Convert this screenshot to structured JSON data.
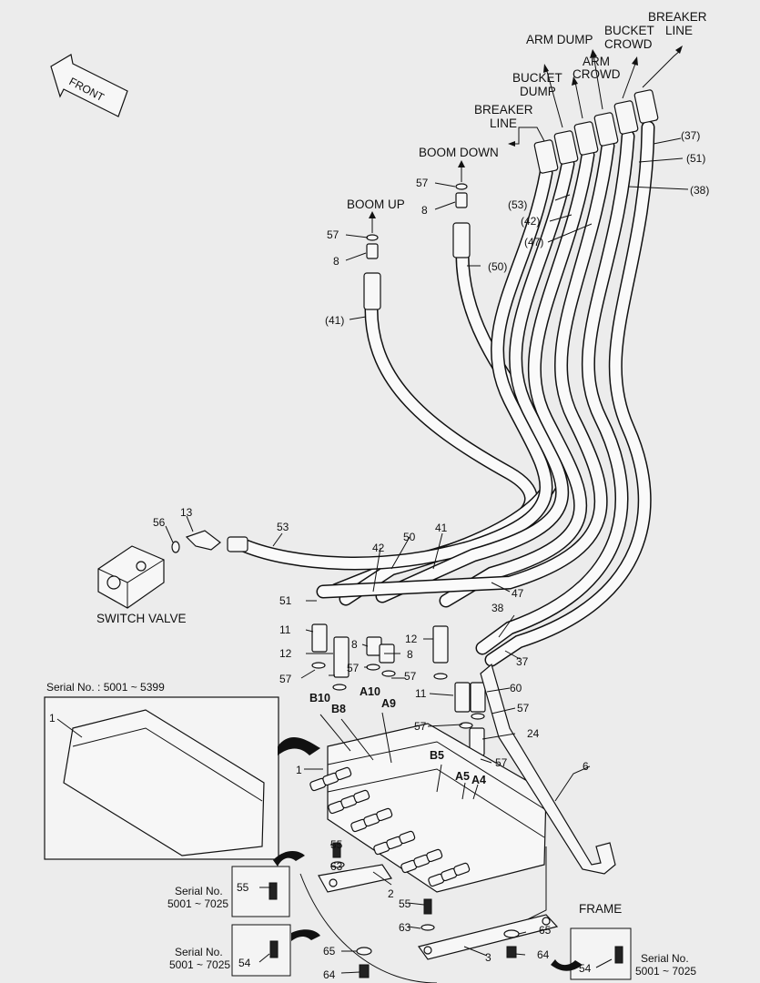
{
  "front_label": "FRONT",
  "line_labels": {
    "breaker_line_top": [
      "BREAKER",
      "LINE"
    ],
    "bucket_crowd": [
      "BUCKET",
      "CROWD"
    ],
    "arm_dump": "ARM DUMP",
    "arm_crowd": [
      "ARM",
      "CROWD"
    ],
    "bucket_dump": [
      "BUCKET",
      "DUMP"
    ],
    "breaker_line_left": [
      "BREAKER",
      "LINE"
    ],
    "boom_down": "BOOM DOWN",
    "boom_up": "BOOM UP"
  },
  "hose_refs": [
    "(37)",
    "(51)",
    "(38)",
    "(53)",
    "(42)",
    "(47)",
    "(50)",
    "(41)"
  ],
  "part_numbers": {
    "p57a": "57",
    "p8a": "8",
    "p57b": "57",
    "p8b": "8",
    "p53": "53",
    "p50": "50",
    "p41": "41",
    "p42": "42",
    "p47": "47",
    "p51": "51",
    "p38": "38",
    "p37": "37",
    "p13": "13",
    "p56": "56",
    "p11a": "11",
    "p12a": "12",
    "p57c": "57",
    "p8c": "8",
    "p8d": "8",
    "p57d": "57",
    "p57e": "57",
    "p12b": "12",
    "p11b": "11",
    "p60": "60",
    "p57f": "57",
    "p57g": "57",
    "p24": "24",
    "p57h": "57",
    "p6": "6",
    "p1a": "1",
    "p1b": "1",
    "p55a": "55",
    "p63a": "63",
    "p2": "2",
    "p55b": "55",
    "p63b": "63",
    "p65a": "65",
    "p65b": "65",
    "p64a": "64",
    "p64b": "64",
    "p3": "3",
    "p55c": "55",
    "p54a": "54",
    "p54b": "54"
  },
  "port_labels": [
    "B10",
    "B8",
    "A10",
    "A9",
    "B5",
    "A5",
    "A4"
  ],
  "switch_valve": "SWITCH VALVE",
  "frame": "FRAME",
  "serial_inset": "Serial No. : 5001 ~ 5399",
  "serial_labels": {
    "s1": [
      "Serial No.",
      "5001 ~ 7025"
    ],
    "s2": [
      "Serial No.",
      "5001 ~ 7025"
    ],
    "s3": [
      "Serial No.",
      "5001 ~ 7025"
    ]
  }
}
